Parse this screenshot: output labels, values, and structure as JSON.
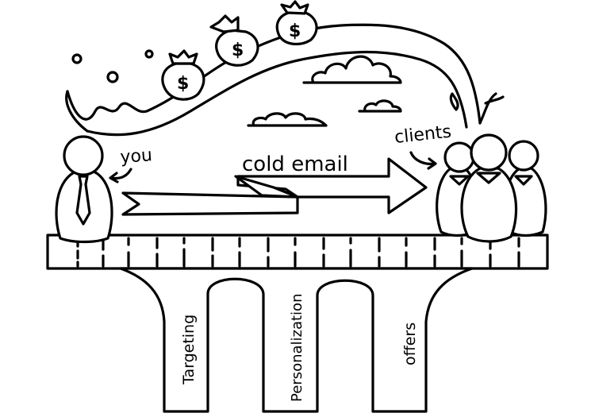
{
  "labels": {
    "you": "you",
    "clients": "clients",
    "cold_email": "cold email"
  },
  "pillars": [
    {
      "label": "Targeting"
    },
    {
      "label": "Personalization"
    },
    {
      "label": "offers"
    }
  ],
  "colors": {
    "ink": "#000000",
    "paper": "#ffffff"
  }
}
